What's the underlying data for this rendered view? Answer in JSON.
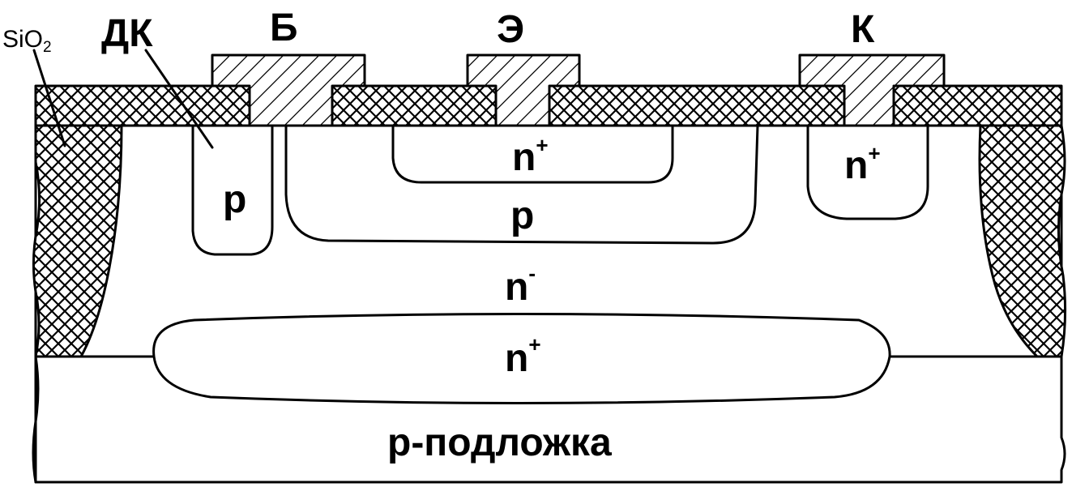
{
  "labels": {
    "oxide": "SiO",
    "oxide_sub": "2",
    "deep_collector": "ДК",
    "base": "Б",
    "emitter": "Э",
    "collector": "К",
    "p_region_left": "p",
    "p_base": "p",
    "n_emitter": "n",
    "n_emitter_sup": "+",
    "n_collector_contact": "n",
    "n_collector_contact_sup": "+",
    "n_epi": "n",
    "n_epi_sup": "-",
    "n_buried": "n",
    "n_buried_sup": "+",
    "substrate": "p-подложка"
  }
}
